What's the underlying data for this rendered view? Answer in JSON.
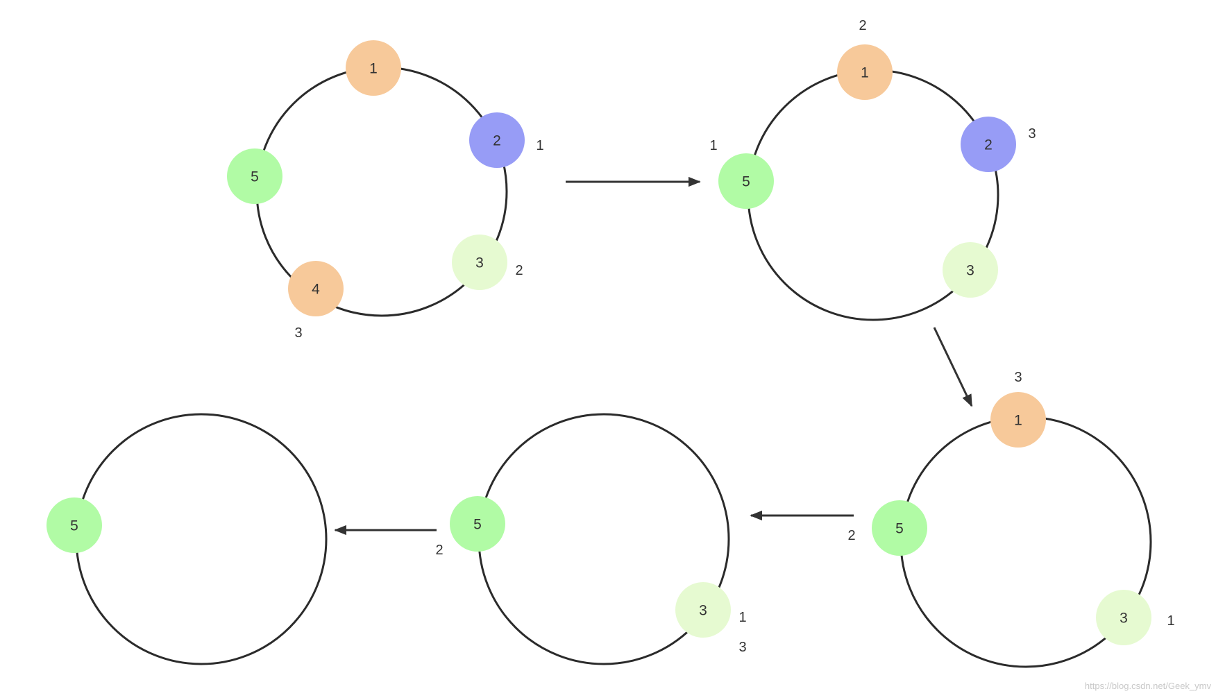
{
  "colors": {
    "ring": "#2b2b2b",
    "arrow": "#333333",
    "text": "#333333",
    "watermark": "#c8c8c8",
    "node_1": "#f7c99a",
    "node_2": "#979cf6",
    "node_3": "#e6fad1",
    "node_4": "#f7c99a",
    "node_5": "#b1fba5"
  },
  "rings": [
    {
      "nodes": [
        {
          "label": "1",
          "count": ""
        },
        {
          "label": "2",
          "count": "1"
        },
        {
          "label": "3",
          "count": "2"
        },
        {
          "label": "4",
          "count": "3"
        },
        {
          "label": "5",
          "count": ""
        }
      ]
    },
    {
      "nodes": [
        {
          "label": "1",
          "count": "2"
        },
        {
          "label": "2",
          "count": "3"
        },
        {
          "label": "3",
          "count": ""
        },
        {
          "label": "5",
          "count": "1"
        }
      ]
    },
    {
      "nodes": [
        {
          "label": "1",
          "count": "3"
        },
        {
          "label": "3",
          "count": "1"
        },
        {
          "label": "5",
          "count": ""
        }
      ]
    },
    {
      "nodes": [
        {
          "label": "5",
          "count": ""
        },
        {
          "label": "3",
          "count": "1"
        }
      ],
      "extra_count": "3"
    },
    {
      "nodes": [
        {
          "label": "5",
          "count": ""
        }
      ]
    }
  ],
  "arrow_labels": {
    "third_to_fourth": "2",
    "fourth_to_fifth": "2"
  },
  "watermark": "https://blog.csdn.net/Geek_ymv"
}
